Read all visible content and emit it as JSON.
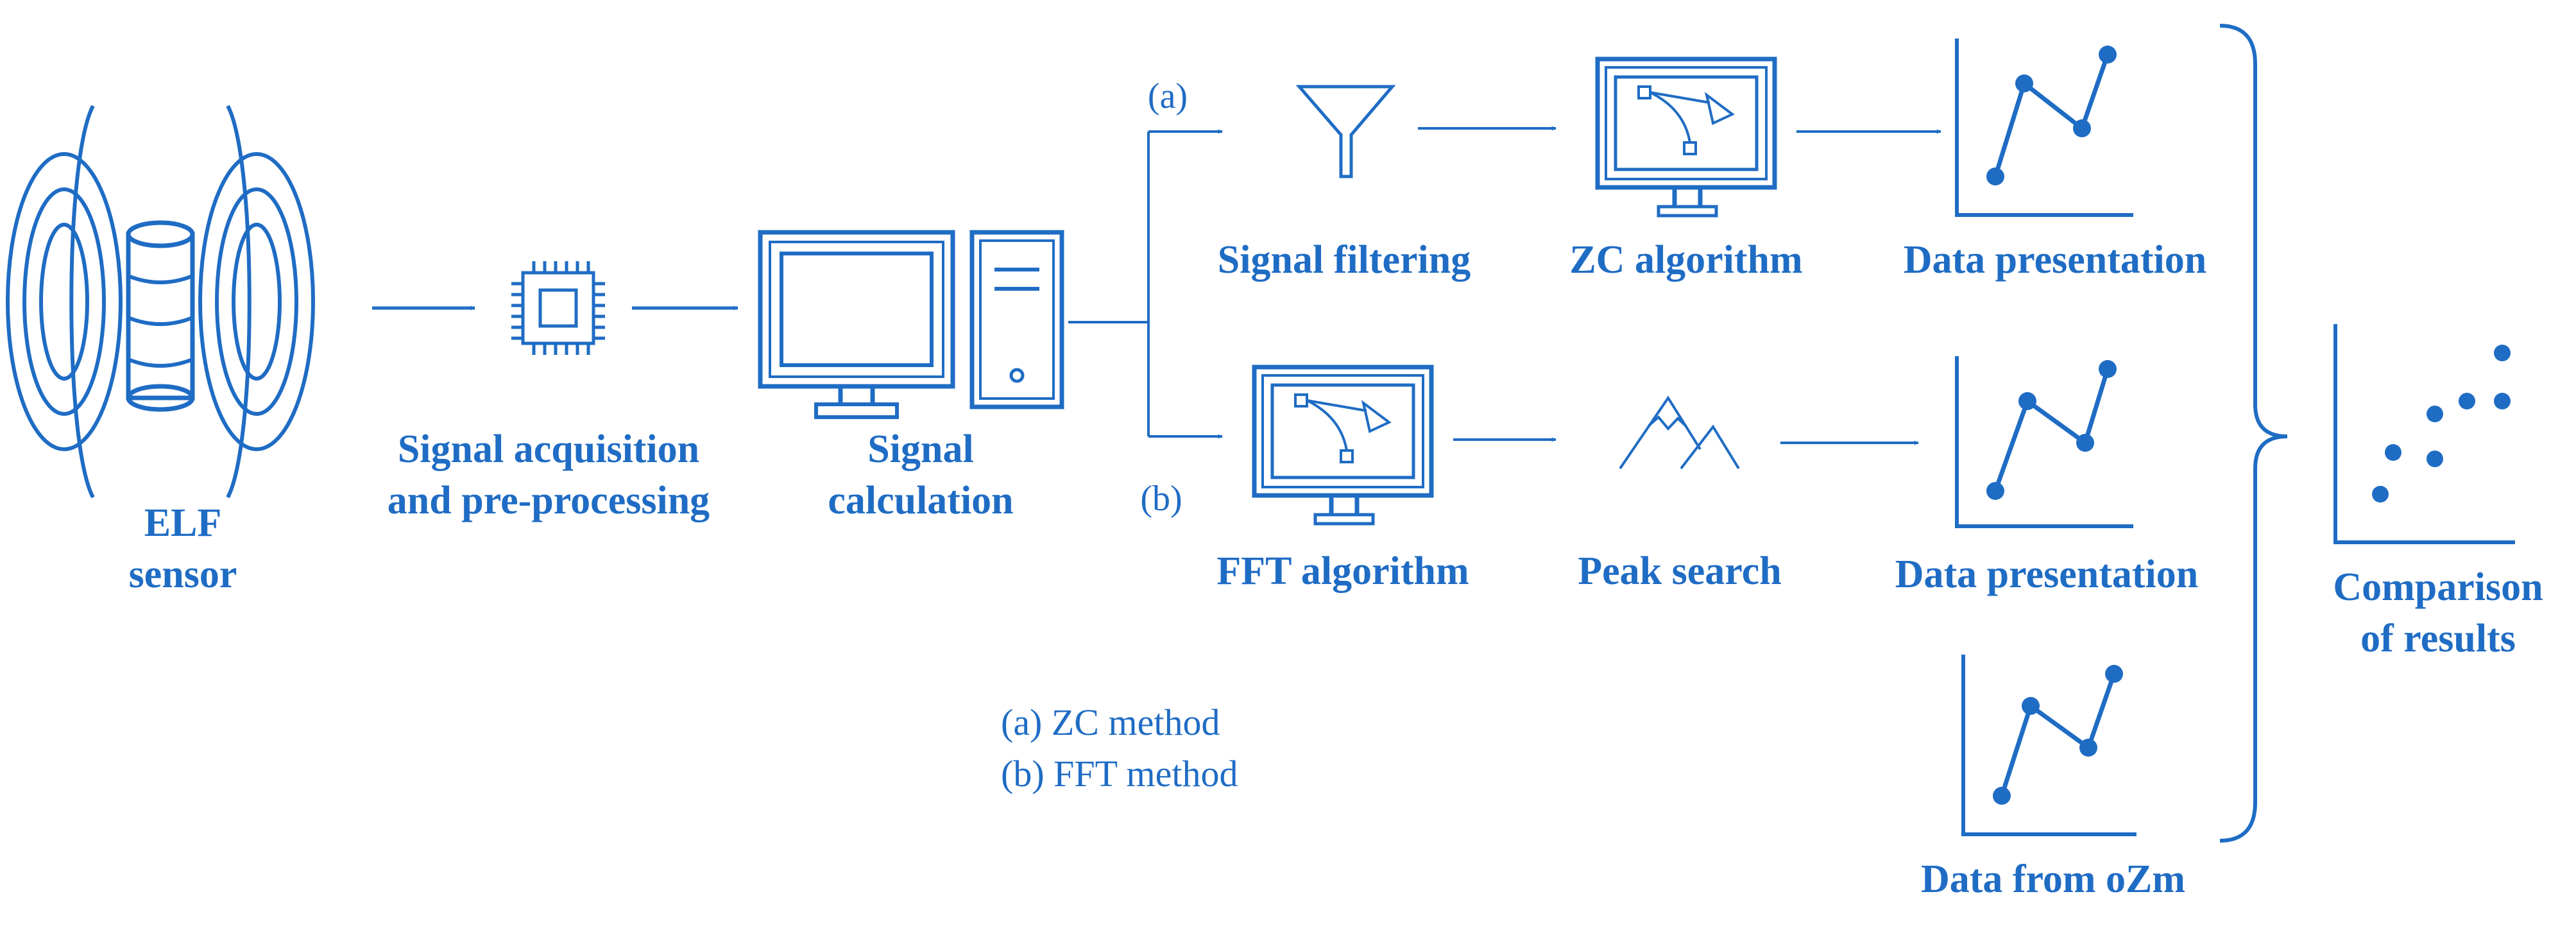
{
  "colors": {
    "accent": "#1f6cc4",
    "background": "#ffffff"
  },
  "nodes": {
    "elf_sensor": {
      "line1": "ELF",
      "line2": "sensor",
      "icon": "coil-sensor-icon"
    },
    "acquisition": {
      "line1": "Signal acquisition",
      "line2": "and pre-processing",
      "icon": "chip-icon"
    },
    "calculation": {
      "line1": "Signal",
      "line2": "calculation",
      "icon": "desktop-computer-icon"
    },
    "signal_filtering": {
      "label": "Signal filtering",
      "icon": "funnel-icon"
    },
    "zc_algorithm": {
      "label": "ZC algorithm",
      "icon": "monitor-vector-icon"
    },
    "data_presentation_a": {
      "label": "Data presentation",
      "icon": "line-chart-icon"
    },
    "fft_algorithm": {
      "label": "FFT algorithm",
      "icon": "monitor-vector-icon"
    },
    "peak_search": {
      "label": "Peak search",
      "icon": "mountain-peaks-icon"
    },
    "data_presentation_b": {
      "label": "Data presentation",
      "icon": "line-chart-icon"
    },
    "data_ozm": {
      "label": "Data from oZm",
      "icon": "line-chart-icon"
    },
    "comparison": {
      "line1": "Comparison",
      "line2": "of results",
      "icon": "scatter-plot-icon"
    }
  },
  "branches": {
    "a": "(a)",
    "b": "(b)"
  },
  "legend": {
    "a": "(a) ZC method",
    "b": "(b) FFT method"
  }
}
